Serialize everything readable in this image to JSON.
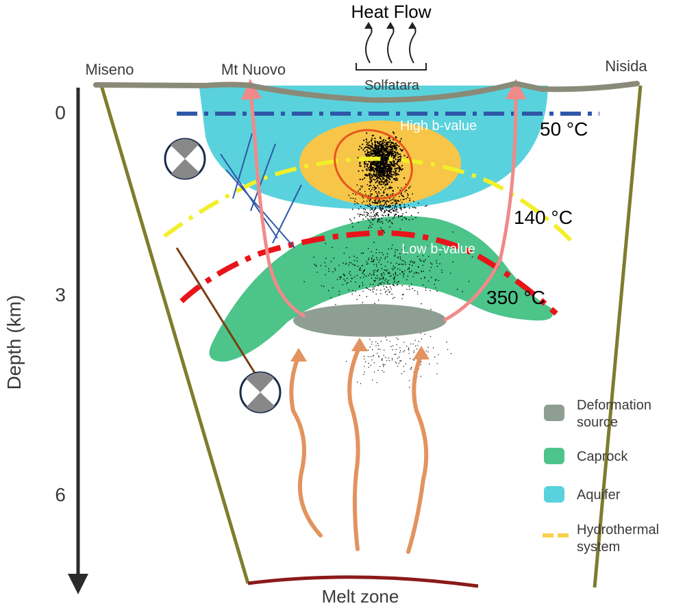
{
  "title": "Heat Flow",
  "surface_labels": {
    "miseno": "Miseno",
    "mt_nuovo": "Mt Nuovo",
    "solfatara": "Solfatara",
    "nisida": "Nisida"
  },
  "depth_axis": {
    "label": "Depth (km)",
    "ticks": [
      "0",
      "3",
      "6"
    ]
  },
  "region_labels": {
    "high_b": "High b-value",
    "low_b": "Low b-value",
    "melt_zone": "Melt zone"
  },
  "isotherms": {
    "t50": "50 °C",
    "t140": "140 °C",
    "t350": "350 °C"
  },
  "legend": [
    {
      "label_line1": "Deformation",
      "label_line2": "source",
      "color": "#8f9e92",
      "kind": "swatch"
    },
    {
      "label_line1": "Caprock",
      "label_line2": "",
      "color": "#4cc48a",
      "kind": "swatch"
    },
    {
      "label_line1": "Aquifer",
      "label_line2": "",
      "color": "#59d2dd",
      "kind": "swatch"
    },
    {
      "label_line1": "Hydrothermal",
      "label_line2": "system",
      "color": "#f7d24a",
      "kind": "dash"
    }
  ],
  "colors": {
    "aquifer": "#59d2dd",
    "caprock": "#4cc48a",
    "hydrothermal": "#f7c548",
    "deformation": "#8f9e92",
    "melt": "#8b1a1a",
    "heat_arrow": "#e3935f",
    "fluid_arrow": "#f08a88",
    "walls": "#7d7d2e",
    "surface": "#8a8a78",
    "isotherm_50": "#2f57a8",
    "isotherm_140": "#f2ef2a",
    "isotherm_350": "#e8141a"
  }
}
